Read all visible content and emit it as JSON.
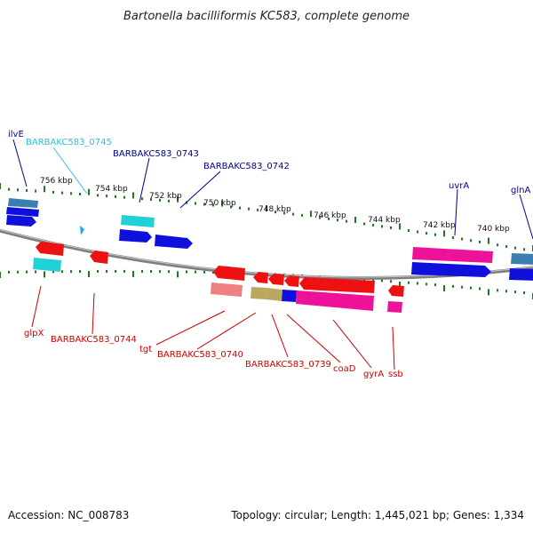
{
  "title": "Bartonella bacilliformis KC583, complete genome",
  "footer": {
    "accession": "Accession: NC_008783",
    "summary": "Topology: circular; Length: 1,445,021 bp; Genes: 1,334"
  },
  "scale_labels": [
    "756 kbp",
    "754 kbp",
    "752 kbp",
    "750 kbp",
    "748 kbp",
    "746 kbp",
    "744 kbp",
    "742 kbp",
    "740 kbp"
  ],
  "colors": {
    "backbone": "#8a8a8a",
    "tick": "#1f7a1f",
    "upper_label": "#00008b",
    "lower_label": "#cc0000",
    "cyan_label": "#33bbdd",
    "gene_blue": "#1010dd",
    "gene_cyan": "#22d0d8",
    "gene_steel": "#3a7fb0",
    "gene_red": "#ee1111",
    "gene_pink": "#ee1199",
    "gene_salmon": "#ee8080",
    "gene_olive": "#b8a860"
  },
  "upper_labels": [
    "ilvE",
    "BARBAKC583_0745",
    "BARBAKC583_0743",
    "BARBAKC583_0742",
    "uvrA",
    "glnA"
  ],
  "lower_labels": [
    "glpX",
    "BARBAKC583_0744",
    "tgt",
    "BARBAKC583_0740",
    "BARBAKC583_0739",
    "coaD",
    "gyrA",
    "ssb"
  ]
}
